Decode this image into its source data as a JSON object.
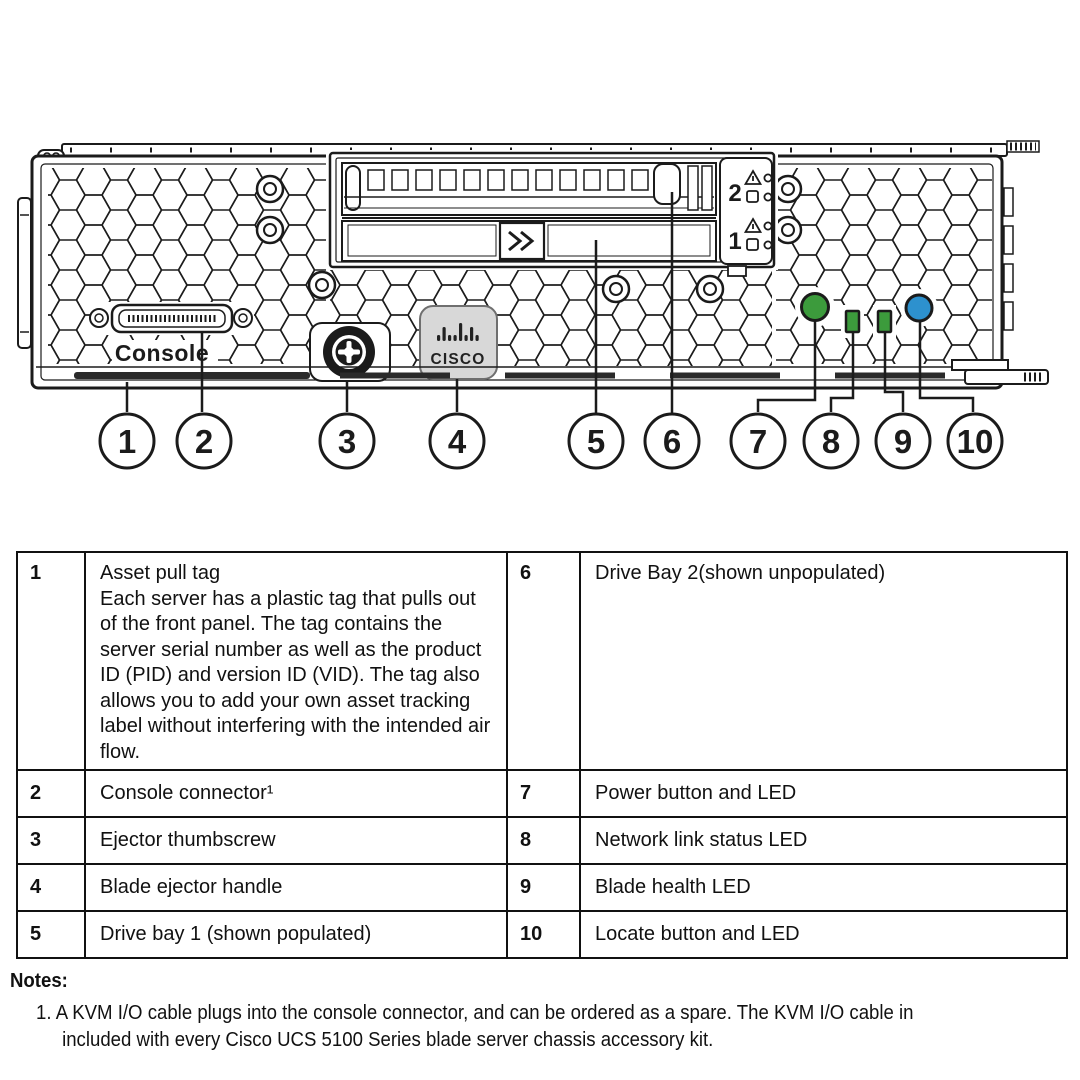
{
  "diagram": {
    "console_label": "Console",
    "cisco_logo_text": "CISCO",
    "bay2_label": "2",
    "bay1_label": "1",
    "callouts": [
      "1",
      "2",
      "3",
      "4",
      "5",
      "6",
      "7",
      "8",
      "9",
      "10"
    ],
    "colors": {
      "power_led_green": "#3C9B3C",
      "status_led_green": "#3C9B3C",
      "locate_led_blue": "#2D91CE"
    }
  },
  "legend_table": {
    "rows": [
      {
        "num": "1",
        "title": "Asset pull tag",
        "desc": "Each server has a plastic tag that pulls out of the front panel. The tag contains the server serial number as well as the product ID (PID) and version ID (VID). The tag also allows you to add your own asset tracking label without interfering with the intended air flow.",
        "num2": "6",
        "text2": "Drive Bay 2(shown unpopulated)"
      },
      {
        "num": "2",
        "text": "Console connector¹",
        "num2": "7",
        "text2": "Power button and LED"
      },
      {
        "num": "3",
        "text": "Ejector thumbscrew",
        "num2": "8",
        "text2": "Network link status LED"
      },
      {
        "num": "4",
        "text": "Blade ejector handle",
        "num2": "9",
        "text2": "Blade health LED"
      },
      {
        "num": "5",
        "text": "Drive bay 1 (shown populated)",
        "num2": "10",
        "text2": "Locate button and LED"
      }
    ]
  },
  "notes": {
    "title": "Notes:",
    "items": [
      {
        "num": "1.",
        "text": "A KVM I/O cable plugs into the console connector, and can be ordered as a spare. The KVM I/O cable in included with every Cisco UCS 5100 Series blade server chassis accessory kit."
      }
    ]
  }
}
